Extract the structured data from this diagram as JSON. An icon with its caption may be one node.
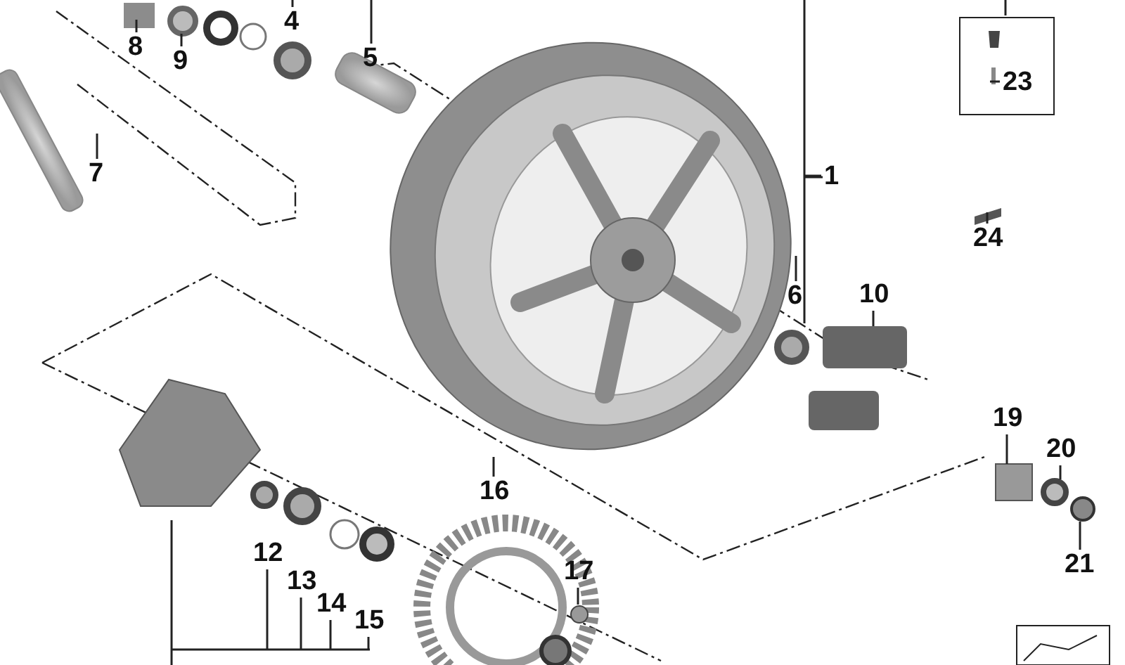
{
  "diagram": {
    "nodes": [
      {
        "text": [
          "8"
        ]
      },
      {
        "text": [
          "9"
        ]
      },
      {
        "text": [
          "4"
        ]
      },
      {
        "text": [
          "5"
        ]
      },
      {
        "text": [
          "7"
        ]
      },
      {
        "text": [
          "1"
        ]
      },
      {
        "text": [
          "6"
        ]
      },
      {
        "text": [
          "10"
        ]
      },
      {
        "text": [],
        "shape": "box"
      },
      {
        "text": [
          "23"
        ],
        "in": 8
      },
      {
        "text": [
          "24"
        ]
      },
      {
        "text": [
          "16"
        ]
      },
      {
        "text": [
          "17"
        ]
      },
      {
        "text": [
          "12"
        ]
      },
      {
        "text": [
          "13"
        ]
      },
      {
        "text": [
          "14"
        ]
      },
      {
        "text": [
          "15"
        ]
      },
      {
        "text": [
          "19"
        ]
      },
      {
        "text": [
          "20"
        ]
      },
      {
        "text": [
          "21"
        ]
      }
    ],
    "edges": [
      {
        "from": 0,
        "to": null,
        "arrow": "none"
      },
      {
        "from": 1,
        "to": null,
        "arrow": "none"
      },
      {
        "from": 2,
        "to": null,
        "arrow": "none"
      },
      {
        "from": 3,
        "to": null,
        "arrow": "none"
      },
      {
        "from": 4,
        "to": null,
        "arrow": "none"
      },
      {
        "from": 5,
        "to": null,
        "arrow": "none"
      },
      {
        "from": 6,
        "to": null,
        "arrow": "none"
      },
      {
        "from": 7,
        "to": null,
        "arrow": "none"
      },
      {
        "from": 8,
        "to": null,
        "arrow": "none"
      },
      {
        "from": 9,
        "to": null,
        "arrow": "none"
      },
      {
        "from": 10,
        "to": null,
        "arrow": "none"
      },
      {
        "from": 11,
        "to": null,
        "arrow": "none"
      },
      {
        "from": 12,
        "to": null,
        "arrow": "none"
      },
      {
        "from": 13,
        "to": null,
        "arrow": "none"
      },
      {
        "from": 14,
        "to": null,
        "arrow": "none"
      },
      {
        "from": 15,
        "to": null,
        "arrow": "none"
      },
      {
        "from": 16,
        "to": null,
        "arrow": "none"
      },
      {
        "from": 17,
        "to": null,
        "arrow": "none"
      },
      {
        "from": 18,
        "to": null,
        "arrow": "none"
      },
      {
        "from": 19,
        "to": null,
        "arrow": "none"
      }
    ]
  }
}
